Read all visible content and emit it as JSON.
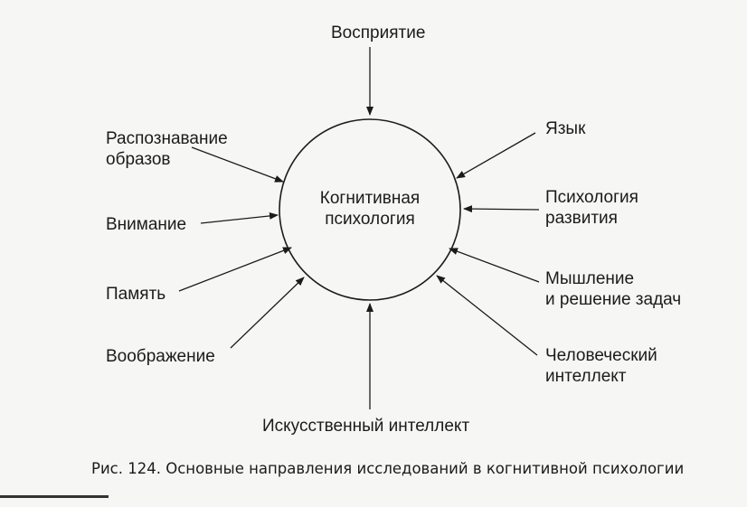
{
  "background_text": [
    "",
    "",
    "",
    "",
    "",
    "",
    "",
    "",
    "",
    "",
    "",
    "",
    "",
    "",
    "",
    "",
    "",
    "",
    "",
    "",
    "",
    "",
    ""
  ],
  "diagram": {
    "center": {
      "line1": "Когнитивная",
      "line2": "психология"
    },
    "nodes": {
      "perception": "Восприятие",
      "pattern_recognition_line1": "Распознавание",
      "pattern_recognition_line2": "образов",
      "attention": "Внимание",
      "memory": "Память",
      "imagination": "Воображение",
      "ai": "Искусственный интеллект",
      "language": "Язык",
      "developmental_line1": "Психология",
      "developmental_line2": "развития",
      "thinking_line1": "Мышление",
      "thinking_line2": "и решение задач",
      "intelligence_line1": "Человеческий",
      "intelligence_line2": "интеллект"
    }
  },
  "caption": "Рис. 124. Основные направления исследований в когнитивной психологии"
}
